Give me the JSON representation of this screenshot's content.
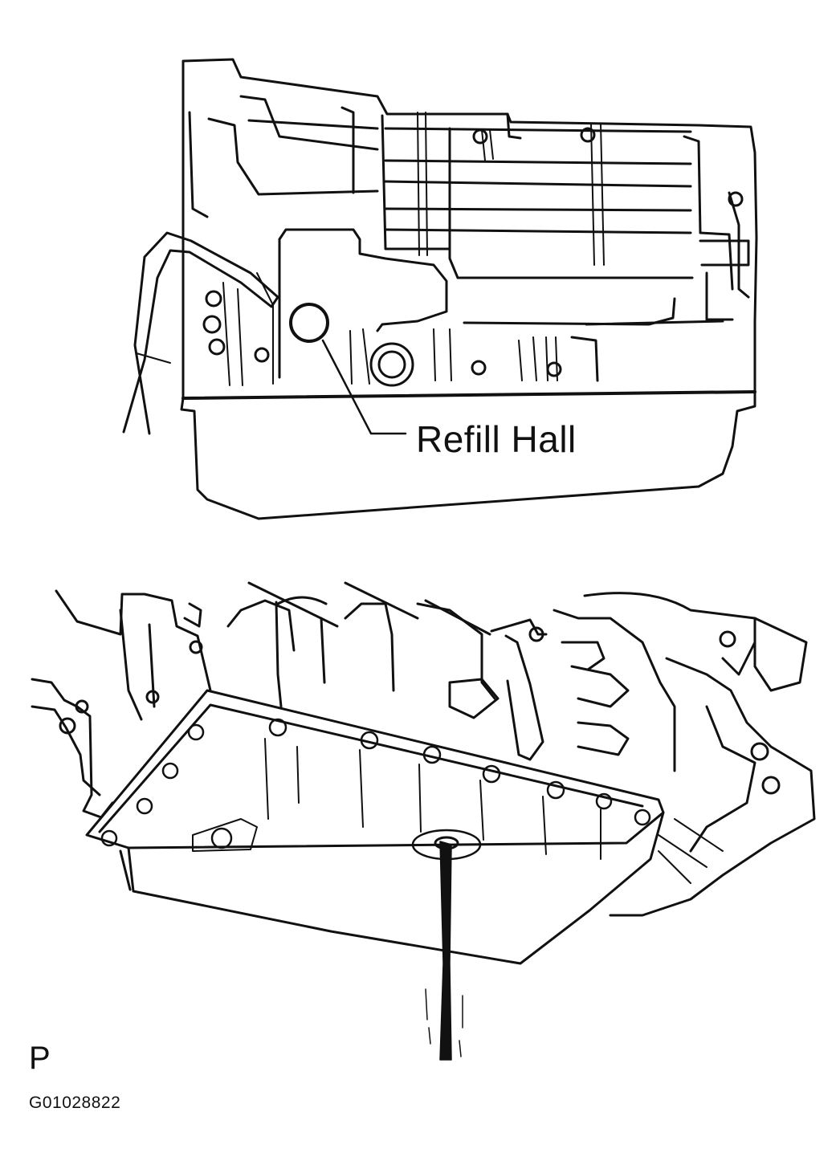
{
  "top_figure": {
    "callout_label": "Refill Hall"
  },
  "bottom_figure": {
    "panel_letter": "P"
  },
  "figure_code": "G01028822"
}
